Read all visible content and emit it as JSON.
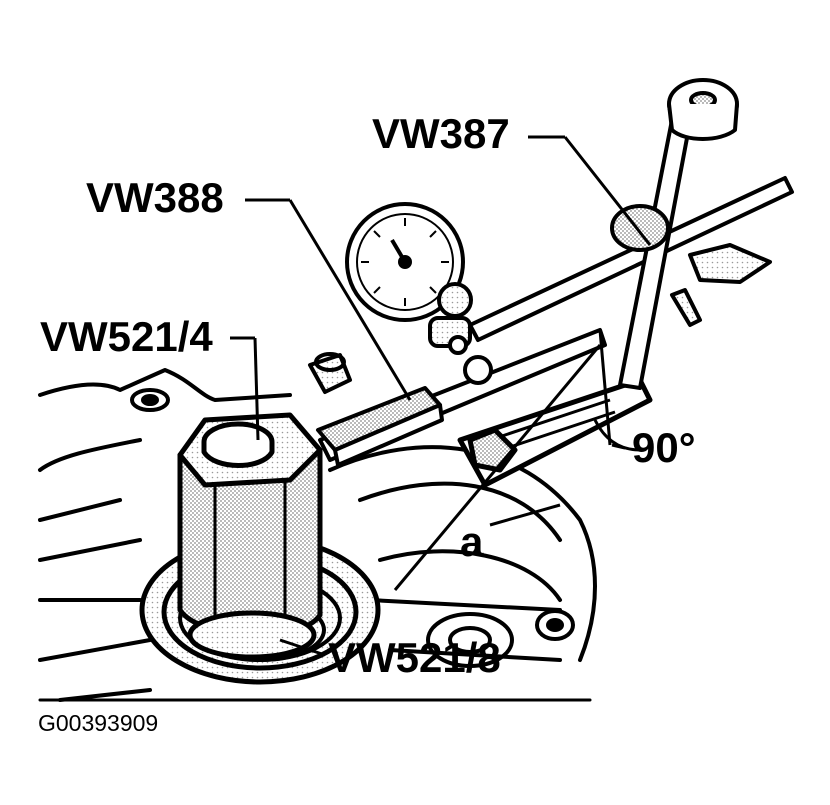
{
  "figure_id": "G00393909",
  "labels": {
    "vw387": "VW387",
    "vw388": "VW388",
    "vw521_4": "VW521/4",
    "vw521_8": "VW521/8",
    "angle": "90°",
    "dimension": "a"
  },
  "colors": {
    "ink": "#000000",
    "paper": "#ffffff",
    "halftone_fill": "#d0d0d0"
  },
  "icons": {
    "gauge": "dial-gauge-icon"
  }
}
